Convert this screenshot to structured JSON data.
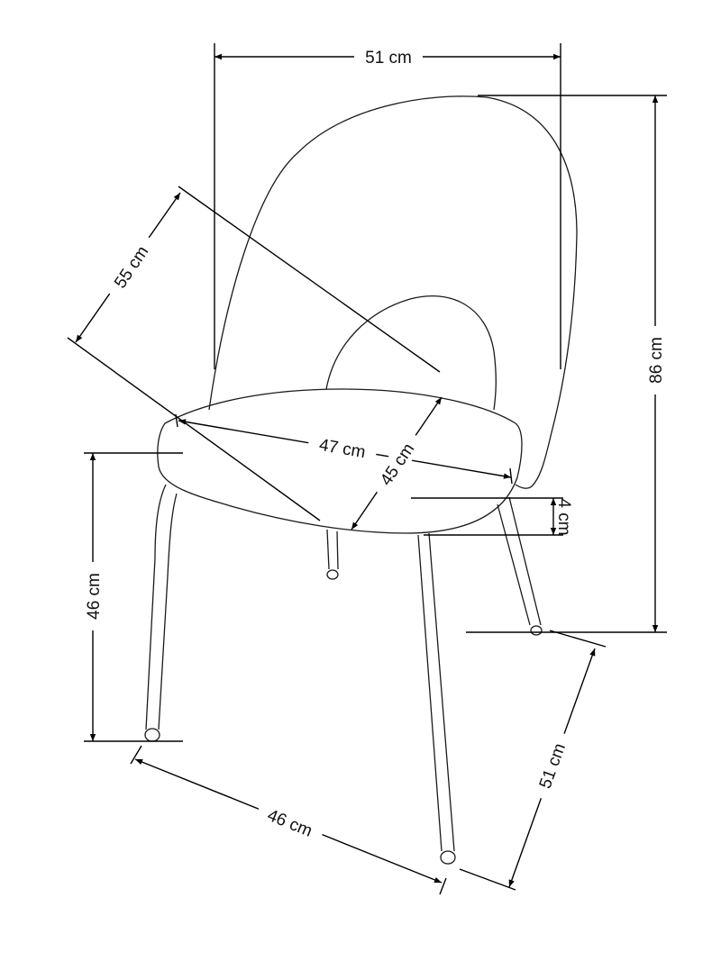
{
  "dimensions": {
    "total_width": "51 cm",
    "total_height": "86 cm",
    "backrest_height": "55 cm",
    "seat_width": "47 cm",
    "seat_depth": "45 cm",
    "seat_thickness": "4 cm",
    "seat_height": "46 cm",
    "leg_span_front": "46 cm",
    "leg_span_side": "51 cm"
  }
}
